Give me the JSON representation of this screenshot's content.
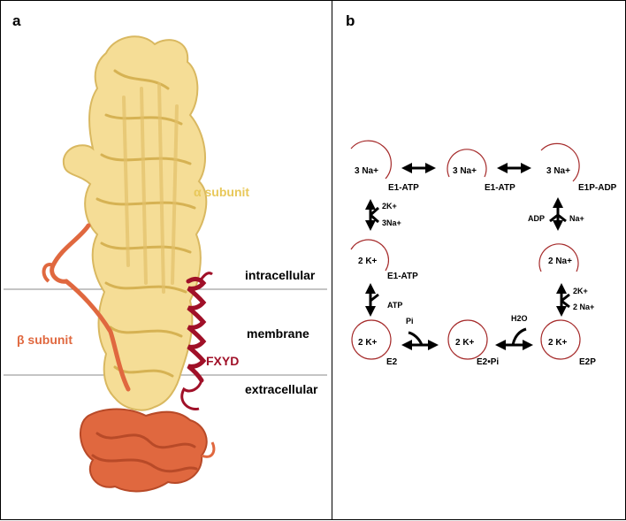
{
  "panel_a": {
    "letter": "a",
    "alpha_label": "α subunit",
    "beta_label": "β subunit",
    "fxyd_label": "FXYD",
    "intracellular_label": "intracellular",
    "membrane_label": "membrane",
    "extracellular_label": "extracellular",
    "colors": {
      "alpha": "#e8c85a",
      "alpha_ribbon": "#f5dd96",
      "beta": "#e0683f",
      "fxyd": "#a01028"
    }
  },
  "panel_b": {
    "letter": "b",
    "ring_color": "#a52a2a",
    "states": {
      "s1_ion": "3 Na+",
      "s1_label": "E1-ATP",
      "s2_ion": "3 Na+",
      "s2_label": "E1-ATP",
      "s3_ion": "3 Na+",
      "s3_label": "E1P-ADP",
      "s4_ion": "2 Na+",
      "s5_ion": "2 K+",
      "s5_label": "E2P",
      "s6_ion": "2 K+",
      "s6_label": "E2•Pi",
      "s7_ion": "2 K+",
      "s7_label": "E2",
      "s8_ion": "2 K+",
      "s8_label": "E1-ATP"
    },
    "transitions": {
      "t1_top": "2K+",
      "t1_bottom": "3Na+",
      "t2_left": "ADP",
      "t2_right": "Na+",
      "t3_top": "2K+",
      "t3_bottom": "2 Na+",
      "t4": "H2O",
      "t5": "Pi",
      "t6": "ATP"
    }
  }
}
